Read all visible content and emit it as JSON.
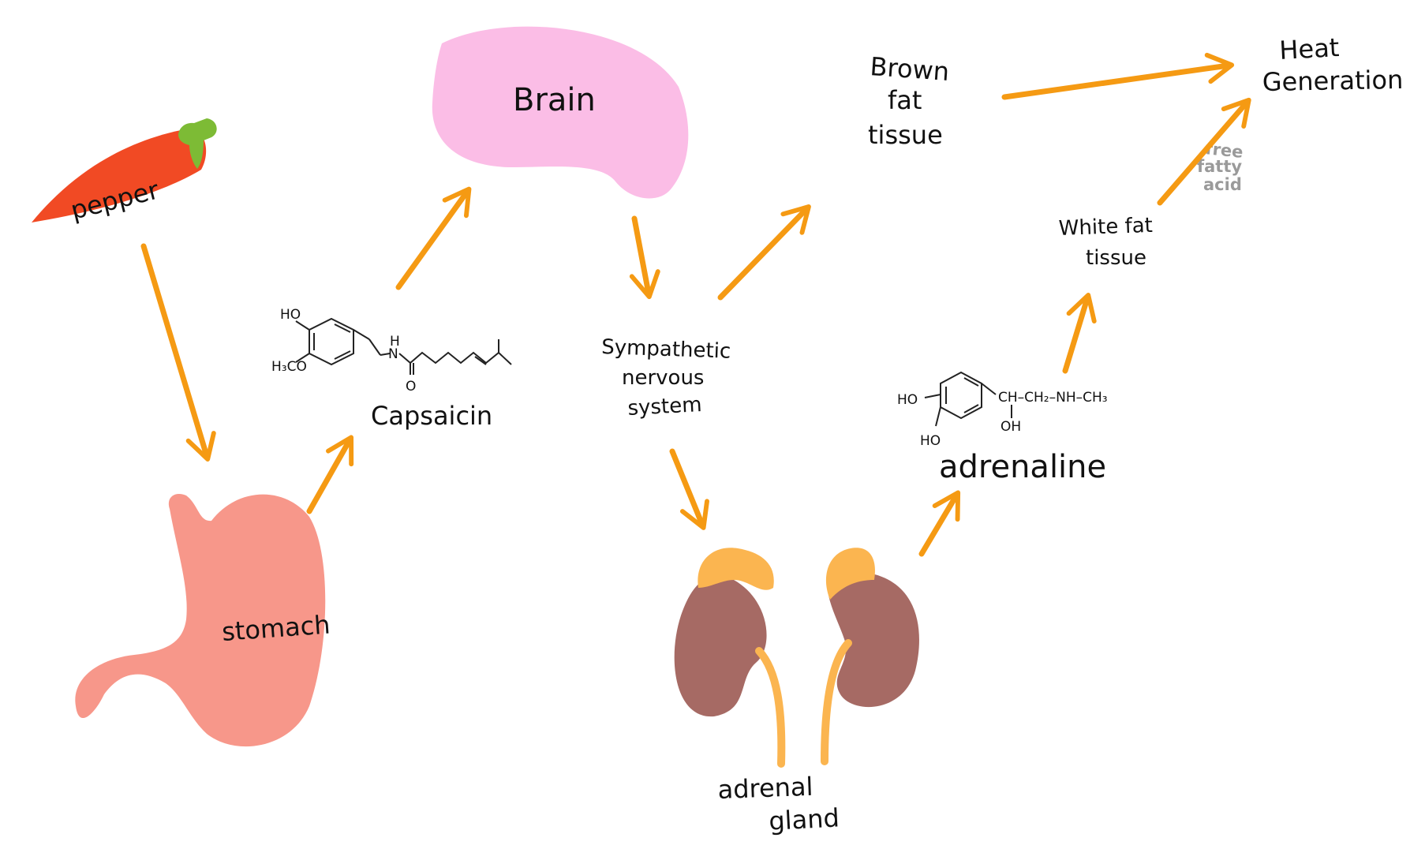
{
  "colors": {
    "arrow": "#f59a13",
    "pepper": "#f14a24",
    "pepper_stem": "#7dbb35",
    "stomach": "#f7978a",
    "brain": "#fbbde6",
    "kidney": "#a66a64",
    "adrenal": "#fbb550",
    "grey_text": "#9a9a9a"
  },
  "labels": {
    "pepper": "pepper",
    "stomach": "stomach",
    "capsaicin": "Capsaicin",
    "brain": "Brain",
    "sympathetic": [
      "Sympathetic",
      "nervous",
      "system"
    ],
    "adrenal_gland": [
      "adrenal",
      "gland"
    ],
    "adrenaline": "adrenaline",
    "brown_fat": [
      "Brown",
      "fat",
      "tissue"
    ],
    "white_fat": [
      "White fat",
      "tissue"
    ],
    "free_fatty_acid": [
      "free",
      "fatty",
      "acid"
    ],
    "heat_generation": [
      "Heat",
      "Generation"
    ]
  },
  "chem": {
    "capsaicin": {
      "ho": "HO",
      "h3co": "H₃CO",
      "n": "N",
      "h": "H",
      "o": "O"
    },
    "adrenaline": {
      "ho_top": "HO",
      "ho_bottom": "HO",
      "chain": "CH–CH₂–NH–CH₃",
      "oh": "OH"
    }
  }
}
